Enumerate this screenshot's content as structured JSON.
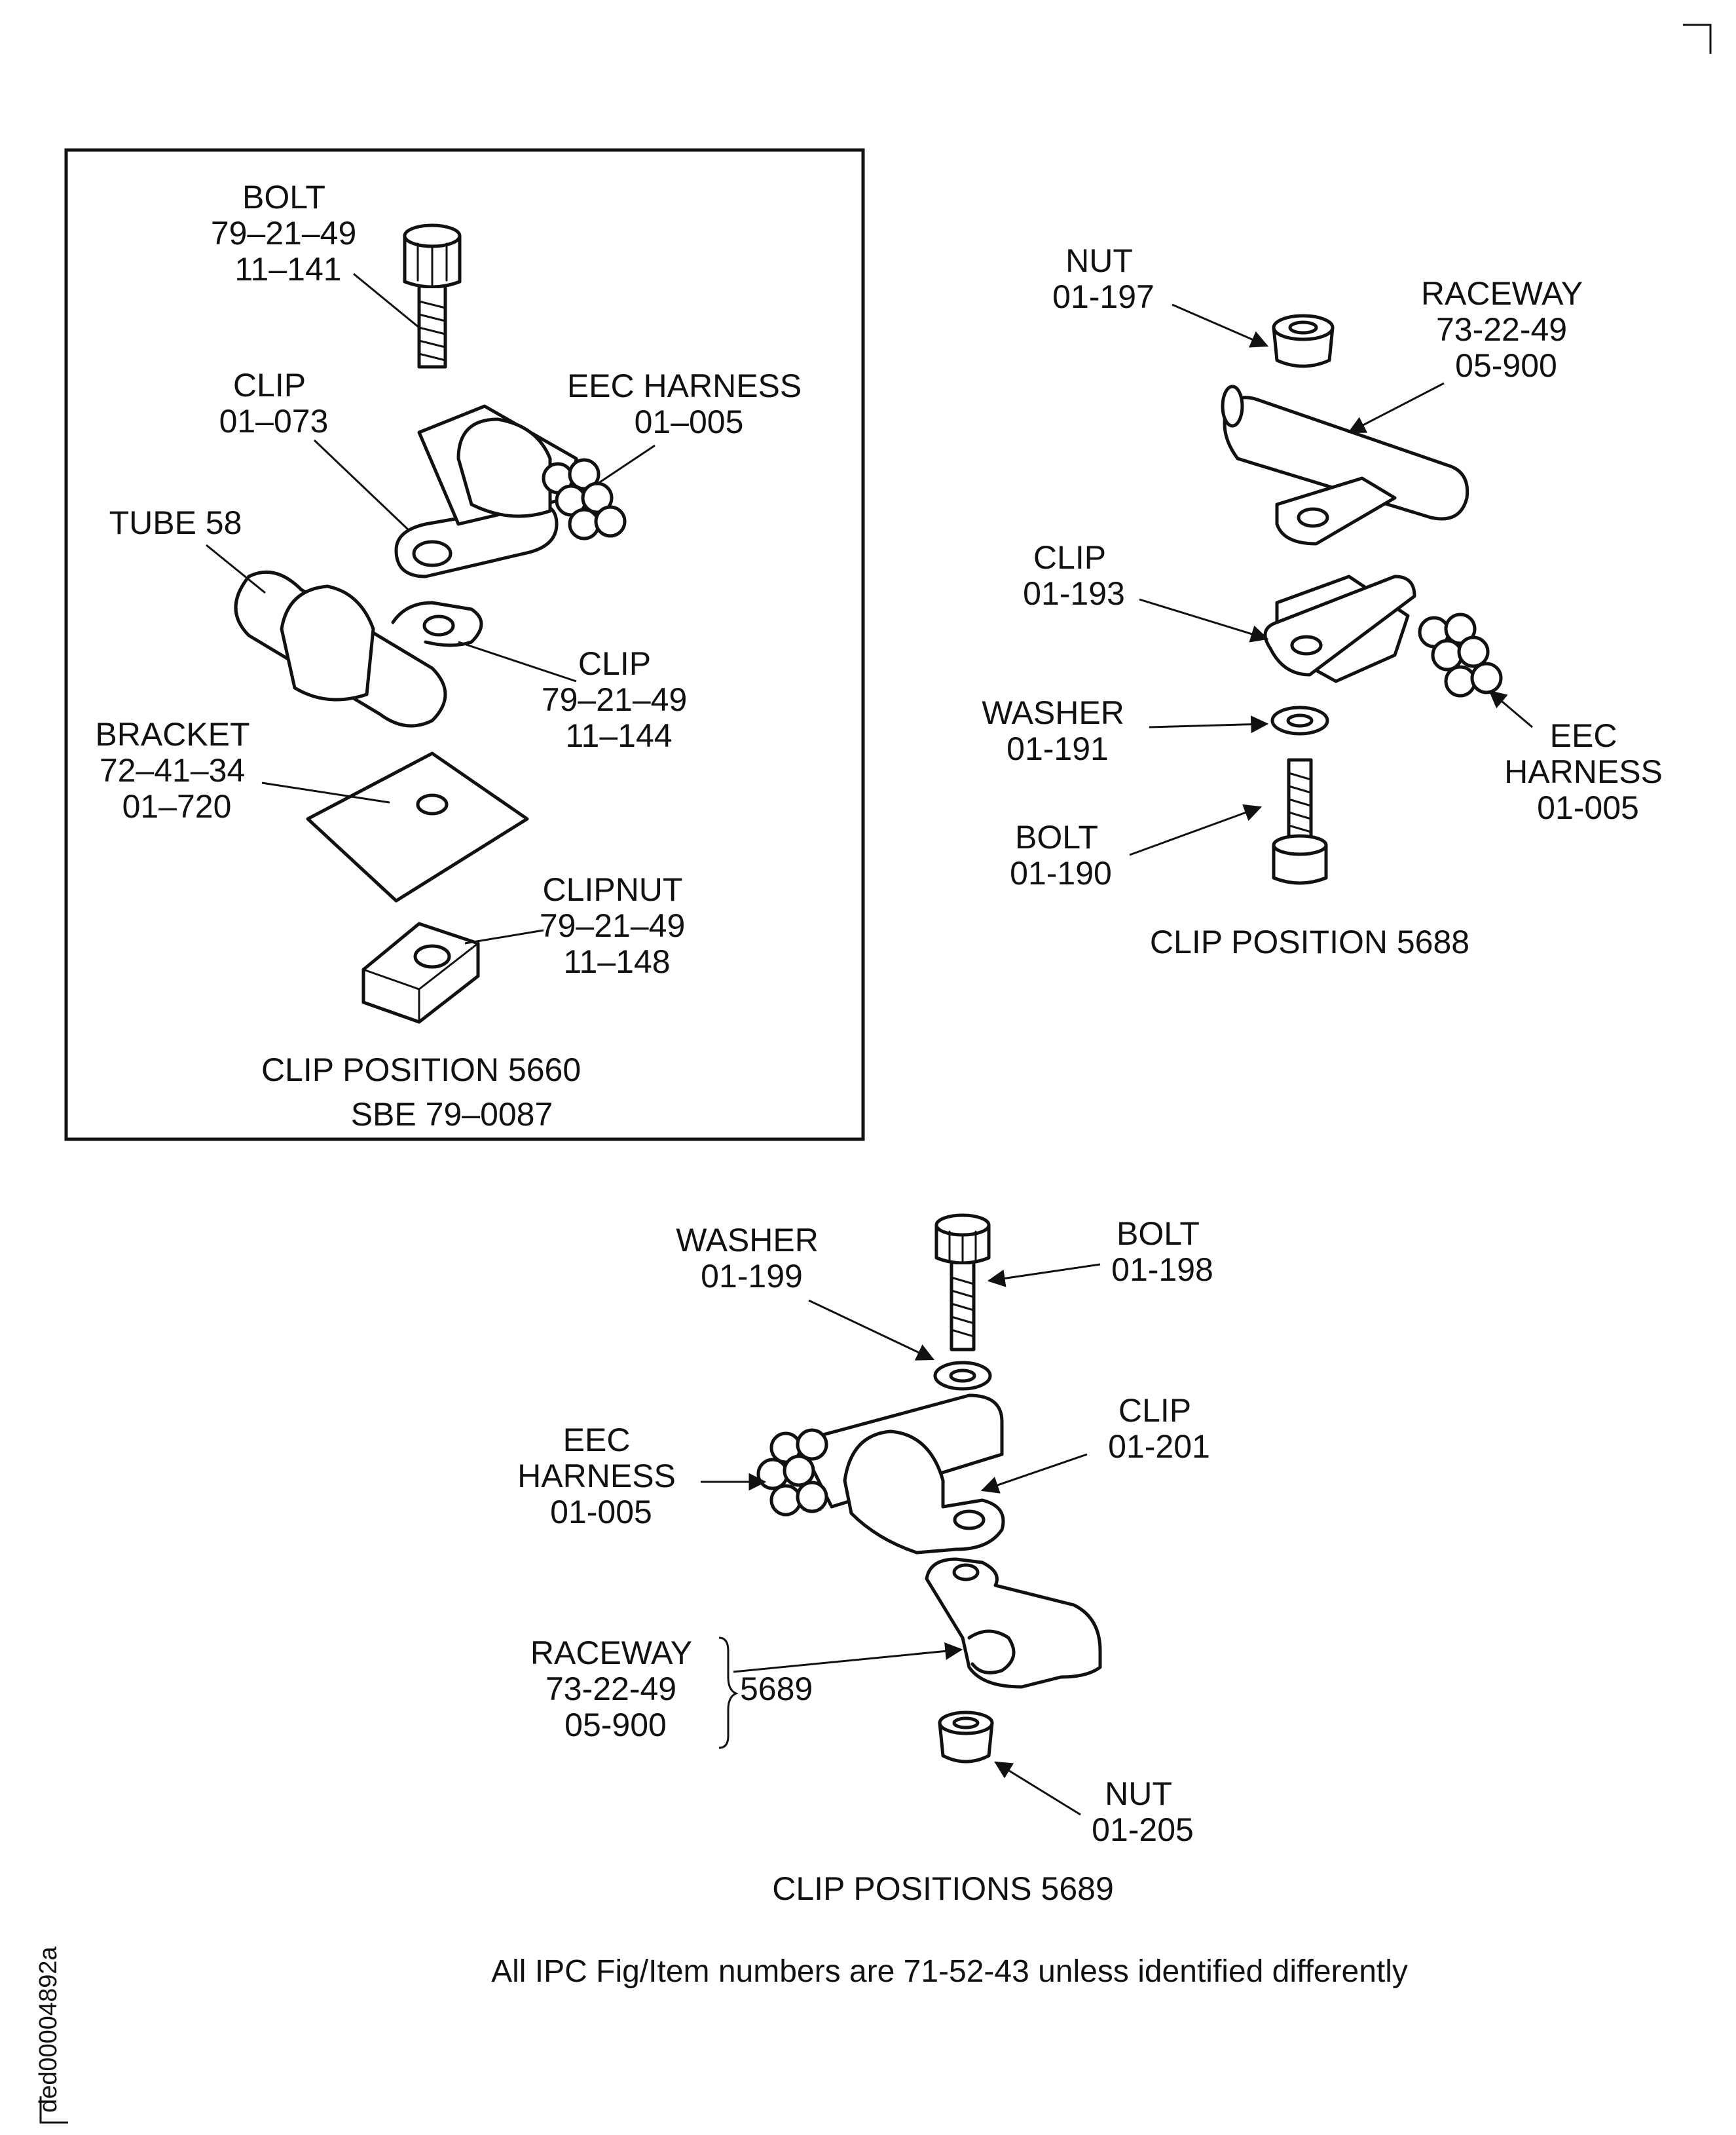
{
  "doc_id": "ded00004892a",
  "footer_note": "All IPC Fig/Item numbers are 71-52-43 unless identified differently",
  "pos5660": {
    "bolt": [
      "BOLT",
      "79–21–49",
      "11–141"
    ],
    "clip": [
      "CLIP",
      "01–073"
    ],
    "eec": [
      "EEC HARNESS",
      "01–005"
    ],
    "tube": [
      "TUBE 58"
    ],
    "clip2": [
      "CLIP",
      "79–21–49",
      "11–144"
    ],
    "bracket": [
      "BRACKET",
      "72–41–34",
      "01–720"
    ],
    "clipnut": [
      "CLIPNUT",
      "79–21–49",
      "11–148"
    ],
    "caption": [
      "CLIP POSITION 5660",
      "SBE 79–0087"
    ]
  },
  "pos5688": {
    "nut": [
      "NUT",
      "01-197"
    ],
    "raceway": [
      "RACEWAY",
      "73-22-49",
      "05-900"
    ],
    "clip": [
      "CLIP",
      "01-193"
    ],
    "washer": [
      "WASHER",
      "01-191"
    ],
    "bolt": [
      "BOLT",
      "01-190"
    ],
    "eec": [
      "EEC",
      "HARNESS",
      "01-005"
    ],
    "caption": "CLIP POSITION 5688"
  },
  "pos5689": {
    "washer": [
      "WASHER",
      "01-199"
    ],
    "bolt": [
      "BOLT",
      "01-198"
    ],
    "eec": [
      "EEC",
      "HARNESS",
      "01-005"
    ],
    "clip": [
      "CLIP",
      "01-201"
    ],
    "raceway": [
      "RACEWAY",
      "73-22-49",
      "05-900"
    ],
    "raceway_pos": "5689",
    "nut": [
      "NUT",
      "01-205"
    ],
    "caption": "CLIP POSITIONS 5689"
  }
}
